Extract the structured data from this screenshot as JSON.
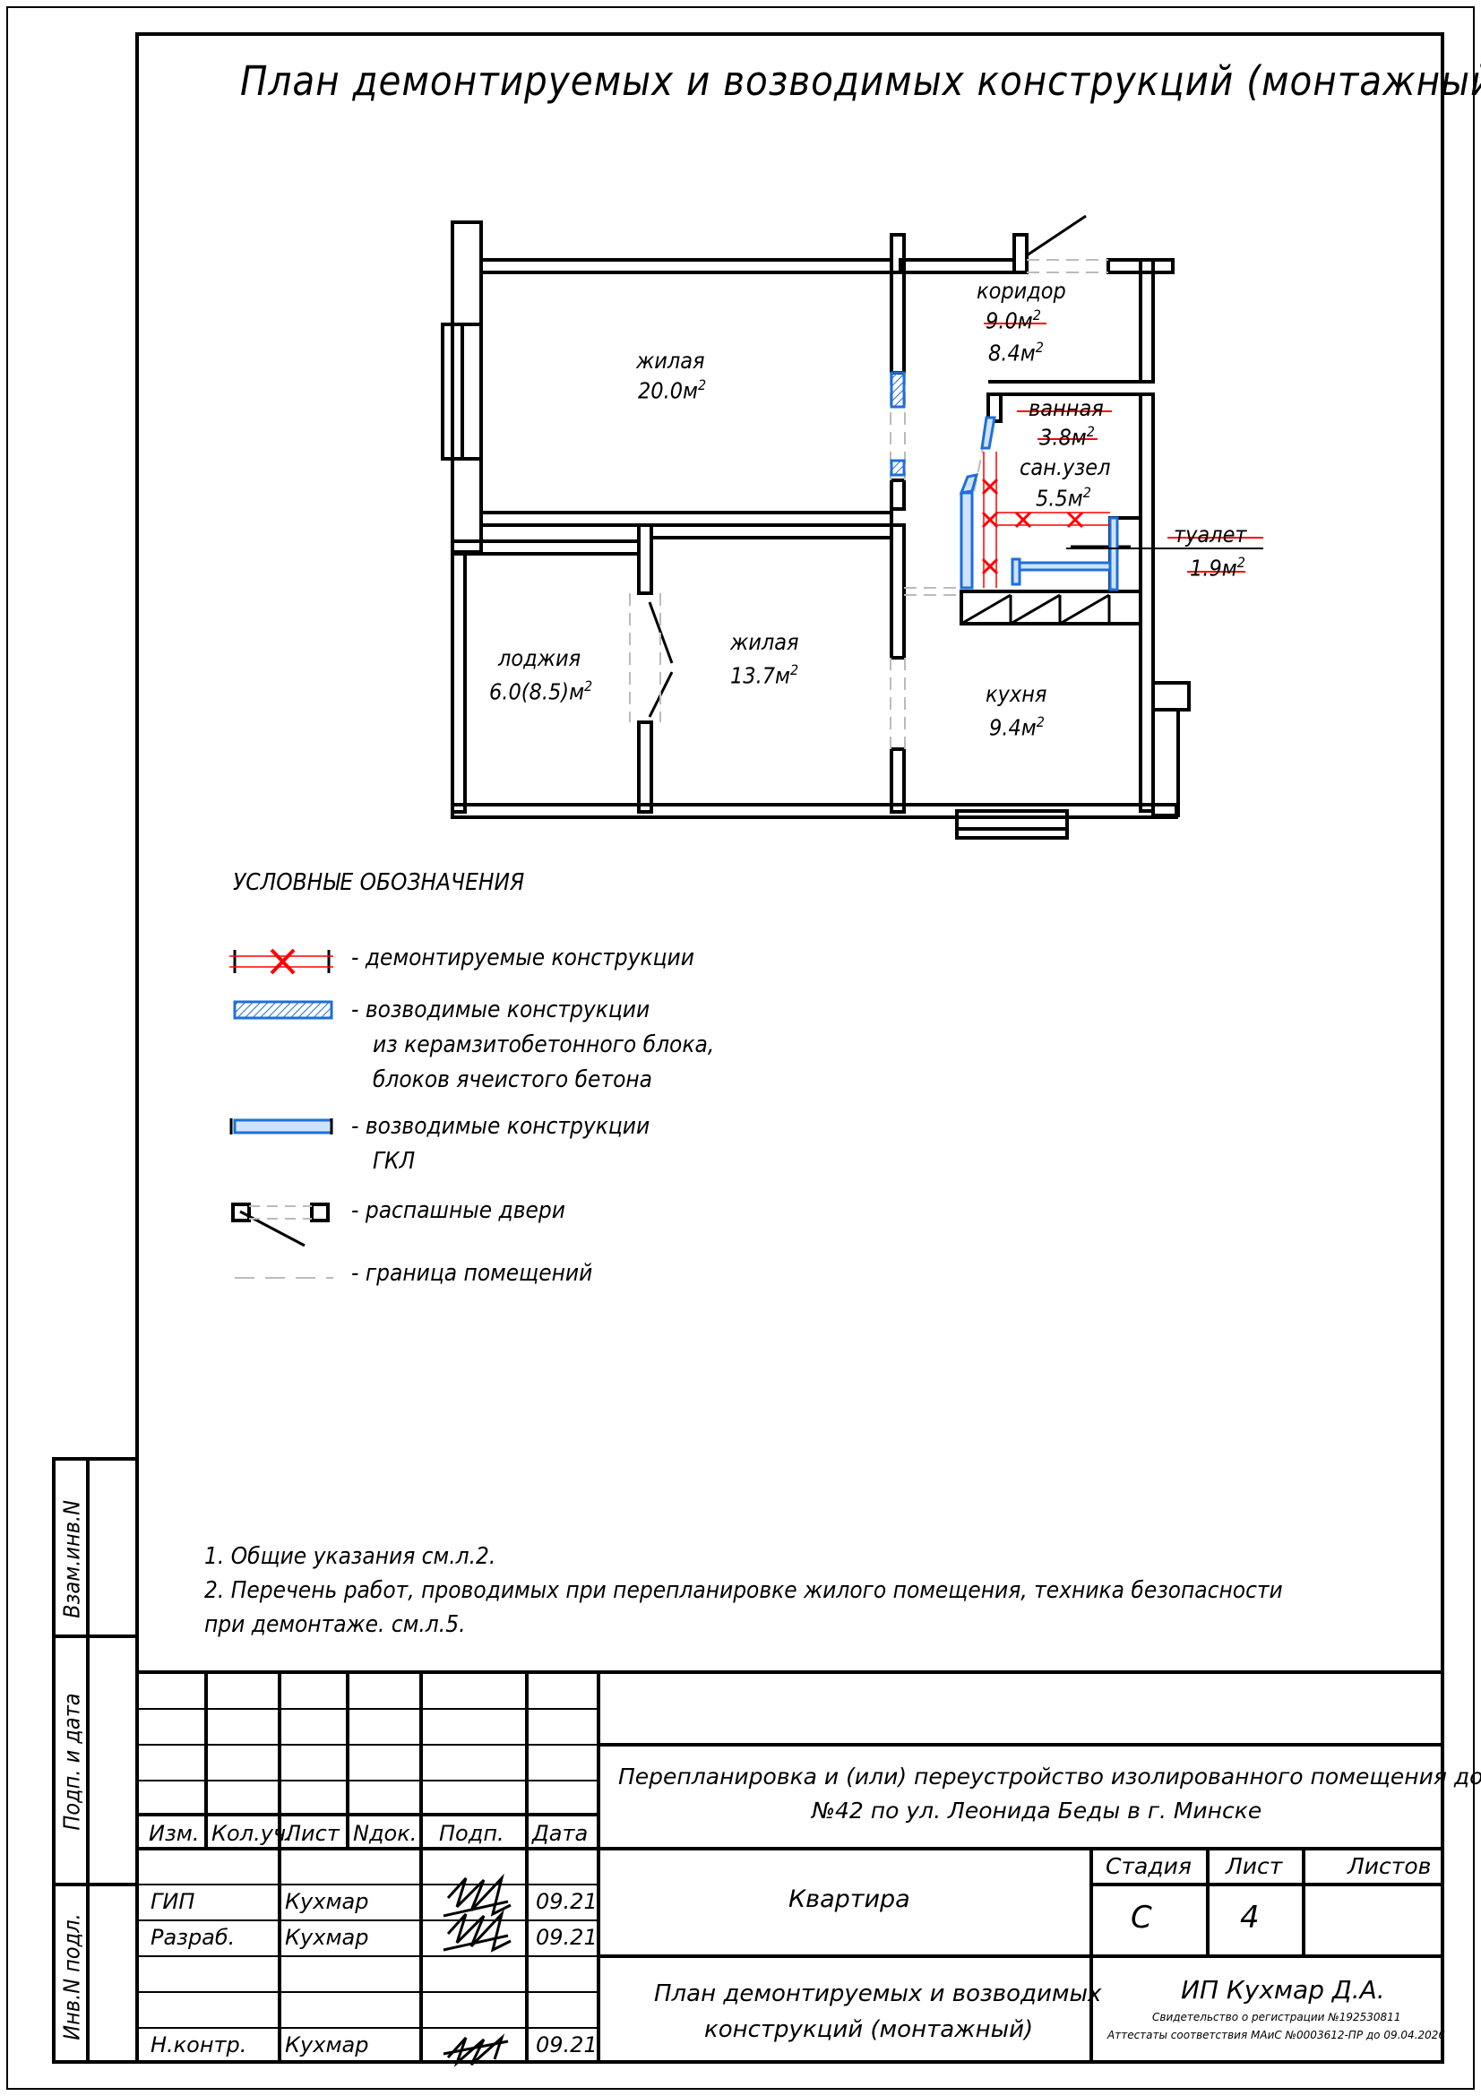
{
  "title": "План демонтируемых и возводимых конструкций (монтажный)",
  "rooms": {
    "living1": {
      "name": "жилая",
      "area": "20.0м",
      "sup": "2"
    },
    "corridor": {
      "name": "коридор",
      "old_area": "9.0м",
      "old_sup": "2",
      "area": "8.4м",
      "sup": "2"
    },
    "bath_old": {
      "name": "ванная",
      "area": "3.8м",
      "sup": "2"
    },
    "bath_new": {
      "name": "сан.узел",
      "area": "5.5м",
      "sup": "2"
    },
    "toilet_old": {
      "name": "туалет",
      "area": "1.9м",
      "sup": "2"
    },
    "loggia": {
      "name": "лоджия",
      "area": "6.0(8.5)м",
      "sup": "2"
    },
    "living2": {
      "name": "жилая",
      "area": "13.7м",
      "sup": "2"
    },
    "kitchen": {
      "name": "кухня",
      "area": "9.4м",
      "sup": "2"
    }
  },
  "legend": {
    "heading": "УСЛОВНЫЕ ОБОЗНАЧЕНИЯ",
    "items": [
      {
        "lines": [
          "- демонтируемые конструкции"
        ]
      },
      {
        "lines": [
          "- возводимые конструкции",
          "из керамзитобетонного блока,",
          "блоков ячеистого бетона"
        ]
      },
      {
        "lines": [
          "- возводимые конструкции",
          "ГКЛ"
        ]
      },
      {
        "lines": [
          "- распашные двери"
        ]
      },
      {
        "lines": [
          "- граница помещений"
        ]
      }
    ]
  },
  "notes": [
    "1. Общие указания см.л.2.",
    "2. Перечень работ, проводимых при перепланировке жилого помещения, техника безопасности",
    "при демонтаже. см.л.5."
  ],
  "side_stamps": [
    "Взам.инв.N",
    "Подп. и дата",
    "Инв.N подл."
  ],
  "title_block": {
    "headers": [
      "Изм.",
      "Кол.уч.",
      "Лист",
      "Nдок.",
      "Подп.",
      "Дата"
    ],
    "rows": [
      {
        "role": "ГИП",
        "name": "Кухмар",
        "date": "09.21"
      },
      {
        "role": "Разраб.",
        "name": "Кухмар",
        "date": "09.21"
      },
      {
        "role": "Н.контр.",
        "name": "Кухмар",
        "date": "09.21"
      }
    ],
    "project_line1": "Перепланировка и (или) переустройство изолированного помещения дома",
    "project_line2": "№42 по ул. Леонида Беды в г. Минске",
    "object": "Квартира",
    "stage_label": "Стадия",
    "sheet_label": "Лист",
    "sheets_label": "Листов",
    "stage": "С",
    "sheet": "4",
    "sheets": "",
    "drawing_line1": "План демонтируемых и возводимых",
    "drawing_line2": "конструкций (монтажный)",
    "company": "ИП Кухмар Д.А.",
    "cert1": "Свидетельство о регистрации №192530811",
    "cert2": "Аттестаты соответствия МАиС №0003612-ПР до 09.04.2026"
  },
  "colors": {
    "demolish": "#ff0000",
    "new_wall": "#1e6fd9",
    "line": "#000000"
  }
}
